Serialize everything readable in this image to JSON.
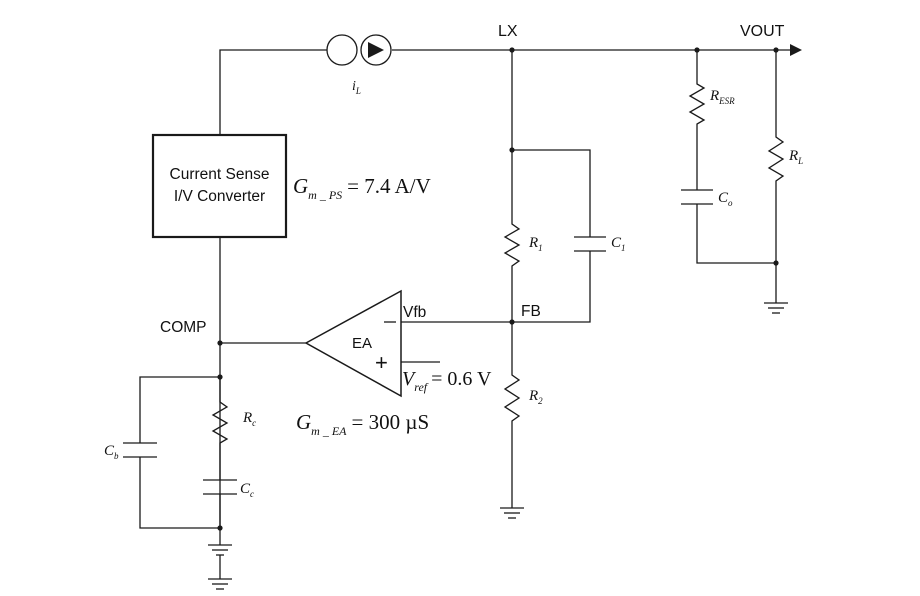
{
  "nodes": {
    "lx": "LX",
    "vout": "VOUT",
    "comp": "COMP",
    "fb": "FB",
    "vfb": "Vfb"
  },
  "blocks": {
    "current_sense_line1": "Current Sense",
    "current_sense_line2": "I/V Converter",
    "ea_label": "EA",
    "ea_plus": "+"
  },
  "equations": {
    "gm_ps": {
      "sym": "G",
      "sub": "m _ PS",
      "rhs": "= 7.4 A/V"
    },
    "vref": {
      "sym": "V",
      "sub": "ref",
      "rhs": "= 0.6 V"
    },
    "gm_ea": {
      "sym": "G",
      "sub": "m _ EA",
      "rhs": "= 300 µS"
    }
  },
  "components": {
    "il": {
      "sym": "i",
      "sub": "L"
    },
    "r_esr": {
      "sym": "R",
      "sub": "ESR"
    },
    "r_l": {
      "sym": "R",
      "sub": "L"
    },
    "c_o": {
      "sym": "C",
      "sub": "o"
    },
    "r1": {
      "sym": "R",
      "sub": "1"
    },
    "c1": {
      "sym": "C",
      "sub": "1"
    },
    "r2": {
      "sym": "R",
      "sub": "2"
    },
    "rc": {
      "sym": "R",
      "sub": "c"
    },
    "cc": {
      "sym": "C",
      "sub": "c"
    },
    "cb": {
      "sym": "C",
      "sub": "b"
    }
  }
}
